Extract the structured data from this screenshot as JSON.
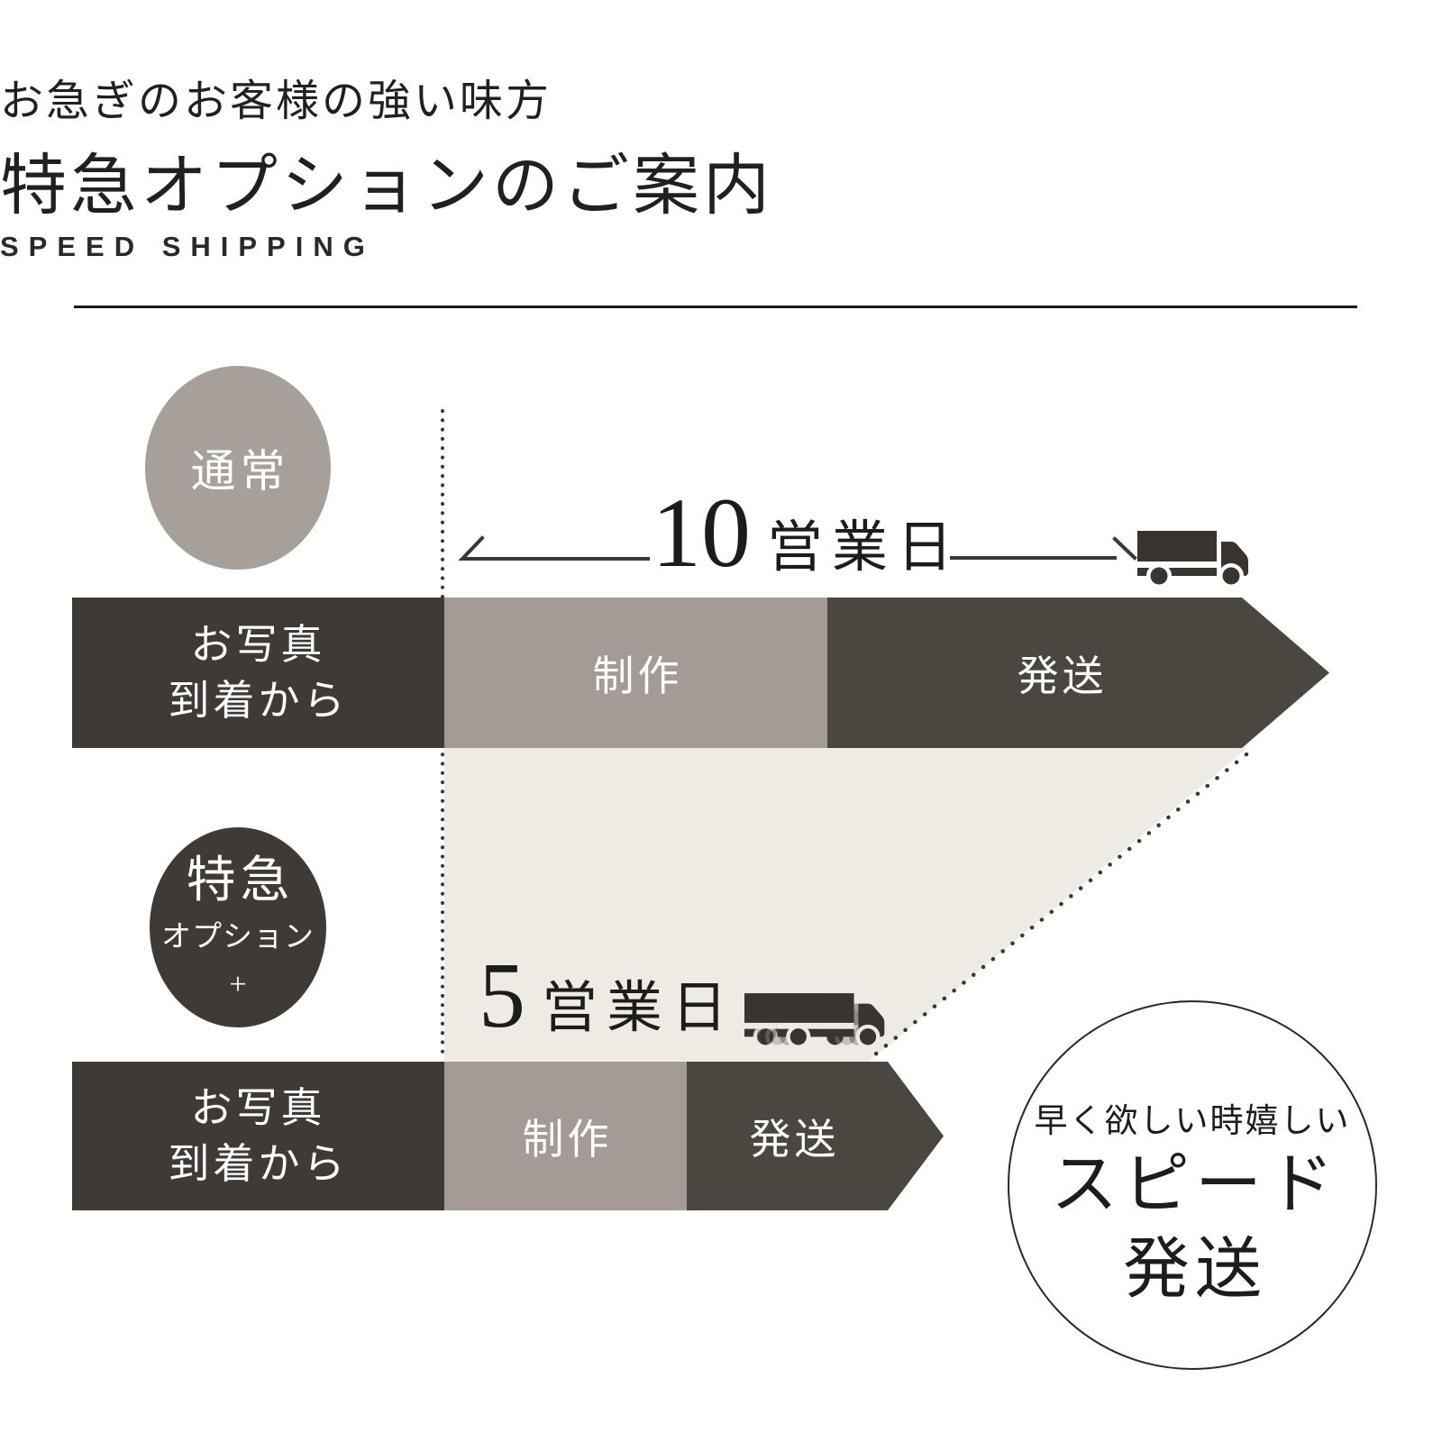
{
  "colors": {
    "background": "#ffffff",
    "ink": "#221f1d",
    "bar_dark": "#3f3a36",
    "bar_ship_dark": "#4c4641",
    "bar_light": "#a49b96",
    "normal_circle": "#a79f9a",
    "beige": "#edebe4",
    "line": "#3a3837",
    "truck": "#393430",
    "white": "#ffffff"
  },
  "header": {
    "subtitle": "お急ぎのお客様の強い味方",
    "title": "特急オプションのご案内",
    "tagline": "SPEED SHIPPING"
  },
  "normal_flow": {
    "badge": "通常",
    "duration_value": "10",
    "duration_unit": "営業日",
    "start_label_line1": "お写真",
    "start_label_line2": "到着から",
    "step_production": "制作",
    "step_shipping": "発送"
  },
  "express_flow": {
    "badge_line1": "特急",
    "badge_line2": "オプション",
    "badge_plus": "+",
    "duration_value": "5",
    "duration_unit": "営業日",
    "start_label_line1": "お写真",
    "start_label_line2": "到着から",
    "step_production": "制作",
    "step_shipping": "発送"
  },
  "speed_circle": {
    "line1": "早く欲しい時嬉しい",
    "line2": "スピード",
    "line3": "発送"
  }
}
